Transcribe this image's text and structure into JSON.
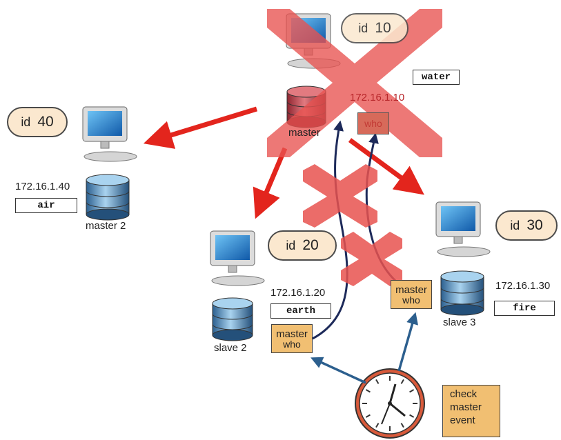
{
  "nodes": {
    "master": {
      "id_label": "id",
      "id_value": "10",
      "hostname": "water",
      "ip": "172.16.1.10",
      "name": "master",
      "who": "who"
    },
    "master2": {
      "id_label": "id",
      "id_value": "40",
      "hostname": "air",
      "ip": "172.16.1.40",
      "name": "master 2"
    },
    "slave2": {
      "id_label": "id",
      "id_value": "20",
      "hostname": "earth",
      "ip": "172.16.1.20",
      "name": "slave 2",
      "box_line1": "master",
      "box_line2": "who"
    },
    "slave3": {
      "id_label": "id",
      "id_value": "30",
      "hostname": "fire",
      "ip": "172.16.1.30",
      "name": "slave 3",
      "box_line1": "master",
      "box_line2": "who"
    }
  },
  "event": {
    "line1": "check",
    "line2": "master",
    "line3": "event"
  },
  "colors": {
    "red_arrow": "#e3251d",
    "blue_arrow": "#2c5f8e",
    "dark_curve": "#1d2a5a",
    "cross": "#e8524f",
    "box_fill": "#f1bf72",
    "pill_fill": "#fbe8cf",
    "screen": "#1d7fcf"
  },
  "icons": [
    "computer-icon",
    "database-icon",
    "clock-icon",
    "cross-mark-icon"
  ]
}
